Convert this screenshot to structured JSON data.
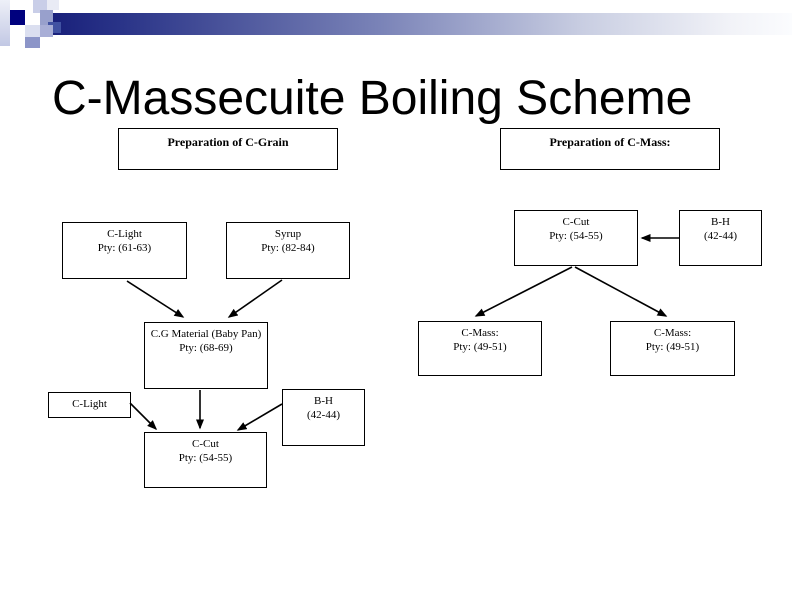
{
  "slide": {
    "title": "C-Massecuite Boiling Scheme"
  },
  "colors": {
    "banner_dark_navy": "#181f7a",
    "banner_mid_slate": "#7b84b8",
    "banner_light_end": "#fbfcfe",
    "box_border": "#000000",
    "background": "#ffffff",
    "text": "#000000"
  },
  "diagram": {
    "boxes": [
      {
        "id": "prep-c-grain",
        "line1": "Preparation of C-Grain",
        "line2": ""
      },
      {
        "id": "prep-c-mass",
        "line1": "Preparation of C-Mass:",
        "line2": ""
      },
      {
        "id": "c-light-top",
        "line1": "C-Light",
        "line2": "Pty: (61-63)"
      },
      {
        "id": "syrup",
        "line1": "Syrup",
        "line2": "Pty: (82-84)"
      },
      {
        "id": "c-cut-right",
        "line1": "C-Cut",
        "line2": "Pty: (54-55)"
      },
      {
        "id": "bh-right",
        "line1": "B-H",
        "line2": "(42-44)"
      },
      {
        "id": "cg-material",
        "line1": "C.G Material (Baby Pan)",
        "line2": "Pty: (68-69)"
      },
      {
        "id": "c-light-bottom",
        "line1": "C-Light",
        "line2": ""
      },
      {
        "id": "bh-bottom",
        "line1": "B-H",
        "line2": "(42-44)"
      },
      {
        "id": "c-cut-bottom",
        "line1": "C-Cut",
        "line2": "Pty: (54-55)"
      },
      {
        "id": "c-mass-left",
        "line1": "C-Mass:",
        "line2": "Pty: (49-51)"
      },
      {
        "id": "c-mass-right",
        "line1": "C-Mass:",
        "line2": "Pty: (49-51)"
      }
    ],
    "edges": [
      {
        "from": "c-light-top",
        "to": "cg-material"
      },
      {
        "from": "syrup",
        "to": "cg-material"
      },
      {
        "from": "bh-right",
        "to": "c-cut-right"
      },
      {
        "from": "c-cut-right",
        "to": "c-mass-left"
      },
      {
        "from": "c-cut-right",
        "to": "c-mass-right"
      },
      {
        "from": "cg-material",
        "to": "c-cut-bottom"
      },
      {
        "from": "c-light-bottom",
        "to": "c-cut-bottom"
      },
      {
        "from": "bh-bottom",
        "to": "c-cut-bottom"
      }
    ]
  }
}
